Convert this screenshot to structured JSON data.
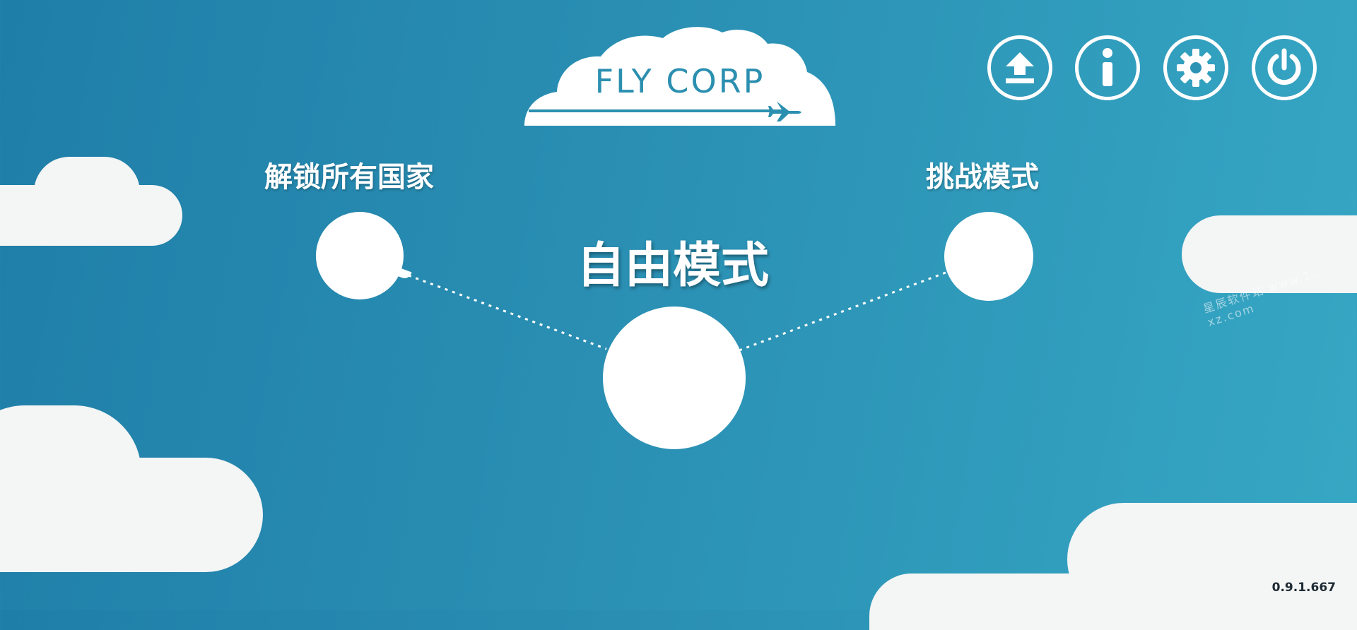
{
  "logo": {
    "text": "FLY CORP"
  },
  "top_buttons": [
    {
      "id": "upload",
      "icon": "upload-icon"
    },
    {
      "id": "info",
      "icon": "info-icon"
    },
    {
      "id": "settings",
      "icon": "gear-icon"
    },
    {
      "id": "power",
      "icon": "power-icon"
    }
  ],
  "modes": {
    "unlock_all": {
      "label": "解锁所有国家"
    },
    "free": {
      "label": "自由模式"
    },
    "challenge": {
      "label": "挑战模式"
    }
  },
  "version": "0.9.1.667",
  "watermark": "星辰软件站 www.1…xz.com",
  "colors": {
    "background": "#2a8fb3",
    "cloud": "#f4f5f5",
    "logo_text": "#2b8fb0",
    "button_stroke": "#ffffff"
  }
}
